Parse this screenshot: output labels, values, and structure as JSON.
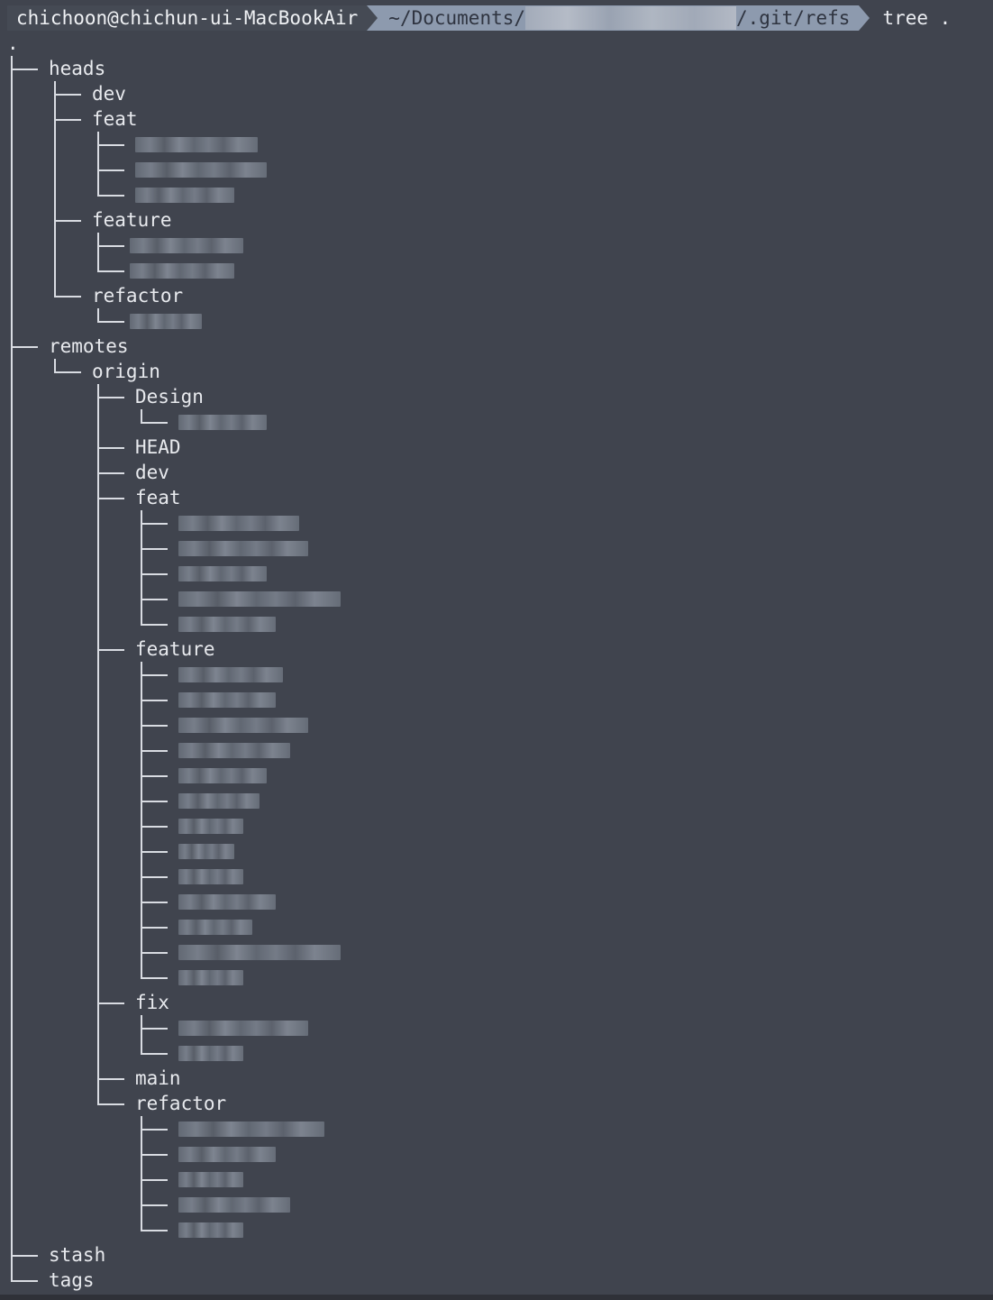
{
  "prompt": {
    "user_host": "chichoon@chichun-ui-MacBookAir",
    "path_prefix": "~/Documents/",
    "path_suffix": "/.git/refs",
    "command": "tree ."
  },
  "tree": {
    "root": ".",
    "heads": "heads",
    "heads_dev": "dev",
    "heads_feat": "feat",
    "heads_feature": "feature",
    "heads_refactor": "refactor",
    "remotes": "remotes",
    "origin": "origin",
    "origin_design": "Design",
    "origin_head": "HEAD",
    "origin_dev": "dev",
    "origin_feat": "feat",
    "origin_feature": "feature",
    "origin_fix": "fix",
    "origin_main": "main",
    "origin_refactor": "refactor",
    "stash": "stash",
    "tags": "tags"
  },
  "colors": {
    "background": "#40444e",
    "text": "#e8eaee",
    "path_segment": "#8d9aae",
    "redacted": "#6f7682"
  }
}
